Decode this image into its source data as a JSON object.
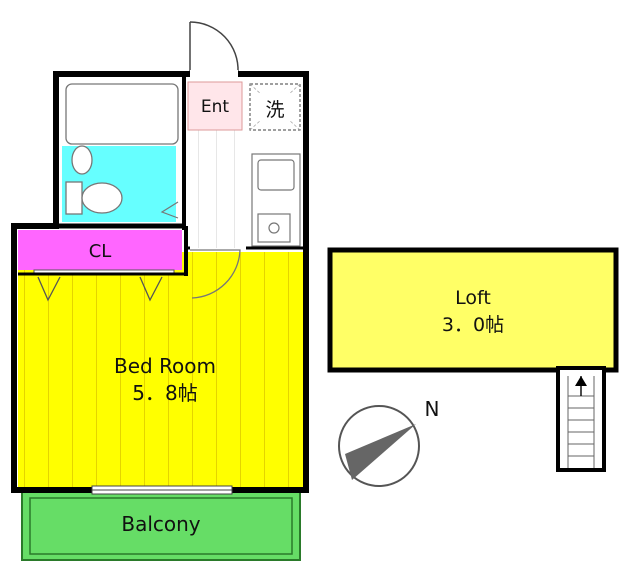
{
  "rooms": {
    "entrance": "Ent",
    "laundry": "洗",
    "closet": "CL",
    "bedroom_name": "Bed Room",
    "bedroom_size": "5．8帖",
    "loft_name": "Loft",
    "loft_size": "3．0帖",
    "balcony": "Balcony"
  },
  "compass": {
    "north_label": "N"
  },
  "colors": {
    "bedroom": "#ffff00",
    "loft": "#ffff66",
    "closet": "#ff66ff",
    "bath": "#66ffff",
    "entrance": "#ffe6ea",
    "balcony": "#66dd66",
    "wall": "#000000"
  }
}
